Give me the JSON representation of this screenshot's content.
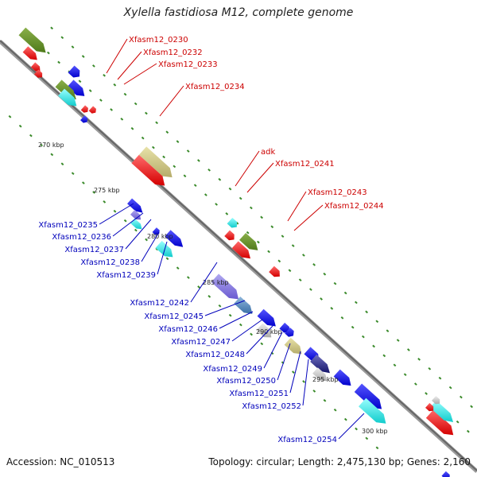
{
  "title": "Xylella fastidiosa M12, complete genome",
  "footer": {
    "accession": "Accession: NC_010513",
    "summary": "Topology: circular; Length: 2,475,130 bp; Genes: 2,160"
  },
  "ticks": [
    "270 kbp",
    "275 kbp",
    "280 kbp",
    "285 kbp",
    "290 kbp",
    "295 kbp",
    "300 kbp"
  ],
  "colors": {
    "top_labels": "#cc0000",
    "bottom_labels": "#0000bb"
  },
  "top_labels": [
    "Xfasm12_0230",
    "Xfasm12_0232",
    "Xfasm12_0233",
    "Xfasm12_0234",
    "adk",
    "Xfasm12_0241",
    "Xfasm12_0243",
    "Xfasm12_0244"
  ],
  "bottom_labels": [
    "Xfasm12_0235",
    "Xfasm12_0236",
    "Xfasm12_0237",
    "Xfasm12_0238",
    "Xfasm12_0239",
    "Xfasm12_0242",
    "Xfasm12_0245",
    "Xfasm12_0246",
    "Xfasm12_0247",
    "Xfasm12_0248",
    "Xfasm12_0249",
    "Xfasm12_0250",
    "Xfasm12_0251",
    "Xfasm12_0252",
    "Xfasm12_0254"
  ]
}
